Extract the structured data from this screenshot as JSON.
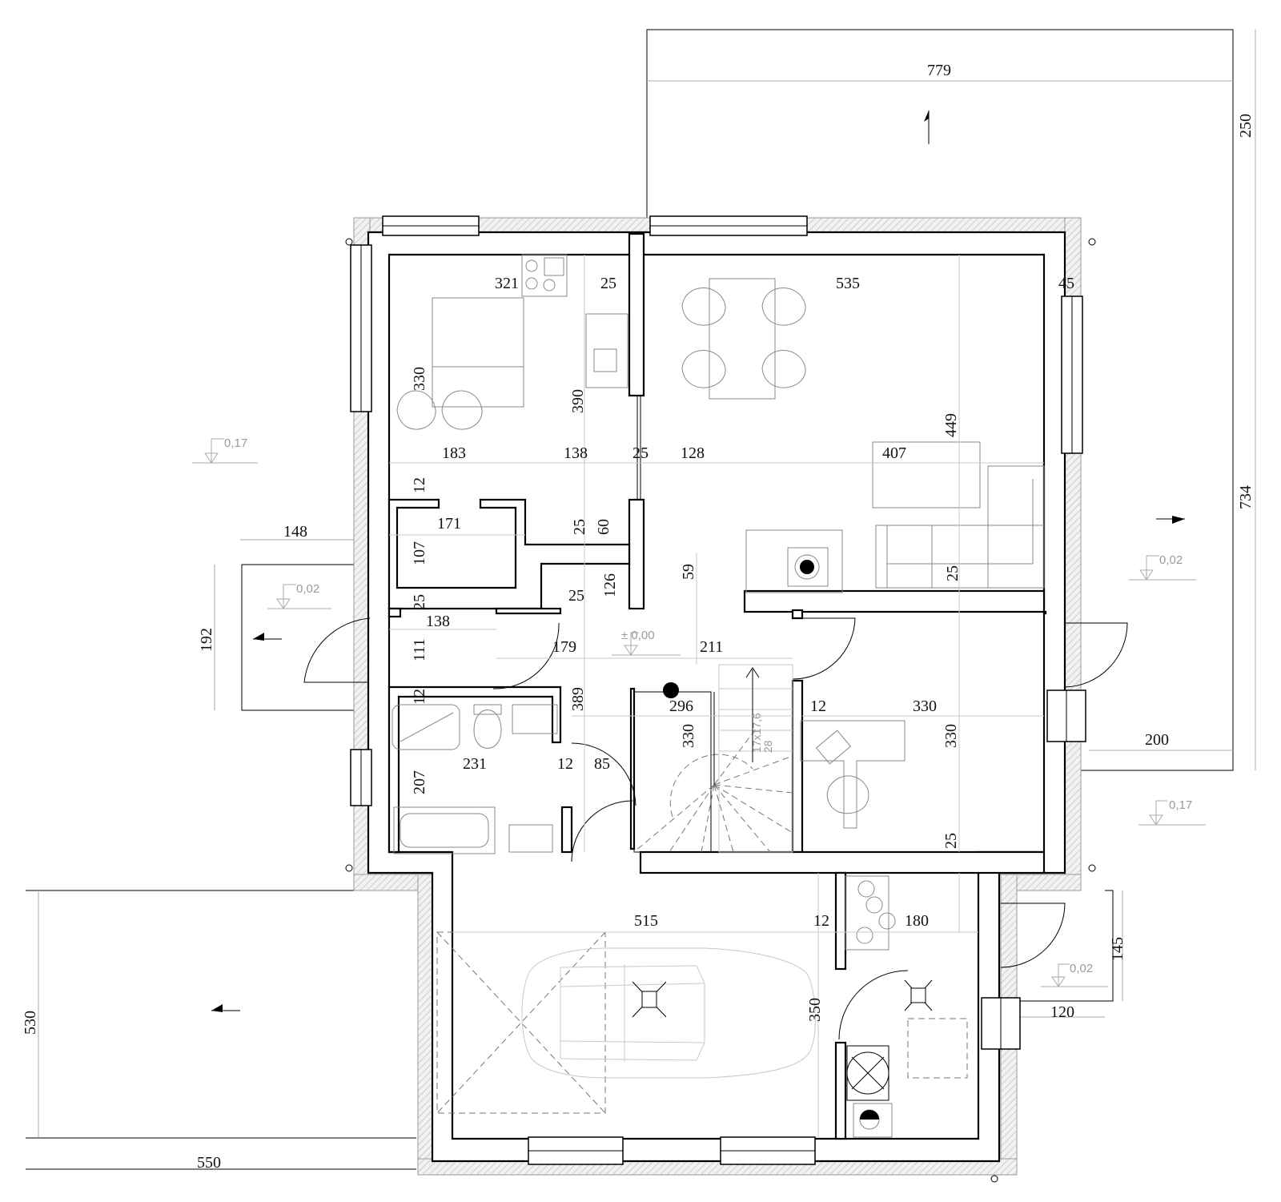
{
  "plan": {
    "dimensions": [
      {
        "id": "d779",
        "text": "779"
      },
      {
        "id": "d250",
        "text": "250"
      },
      {
        "id": "d734",
        "text": "734"
      },
      {
        "id": "d200",
        "text": "200"
      },
      {
        "id": "d145",
        "text": "145"
      },
      {
        "id": "d120",
        "text": "120"
      },
      {
        "id": "d550",
        "text": "550"
      },
      {
        "id": "d530",
        "text": "530"
      },
      {
        "id": "d148",
        "text": "148"
      },
      {
        "id": "d192",
        "text": "192"
      },
      {
        "id": "d321",
        "text": "321"
      },
      {
        "id": "d25a",
        "text": "25"
      },
      {
        "id": "d535",
        "text": "535"
      },
      {
        "id": "d45",
        "text": "45"
      },
      {
        "id": "d330a",
        "text": "330"
      },
      {
        "id": "d390",
        "text": "390"
      },
      {
        "id": "d449",
        "text": "449"
      },
      {
        "id": "d183",
        "text": "183"
      },
      {
        "id": "d138a",
        "text": "138"
      },
      {
        "id": "d25b",
        "text": "25"
      },
      {
        "id": "d128",
        "text": "128"
      },
      {
        "id": "d407",
        "text": "407"
      },
      {
        "id": "d12a",
        "text": "12"
      },
      {
        "id": "d171",
        "text": "171"
      },
      {
        "id": "d25c",
        "text": "25"
      },
      {
        "id": "d60",
        "text": "60"
      },
      {
        "id": "d107",
        "text": "107"
      },
      {
        "id": "d25d",
        "text": "25"
      },
      {
        "id": "d25e",
        "text": "25"
      },
      {
        "id": "d126",
        "text": "126"
      },
      {
        "id": "d59",
        "text": "59"
      },
      {
        "id": "d25f",
        "text": "25"
      },
      {
        "id": "d138b",
        "text": "138"
      },
      {
        "id": "d111",
        "text": "111"
      },
      {
        "id": "d179",
        "text": "179"
      },
      {
        "id": "d211",
        "text": "211"
      },
      {
        "id": "d12b",
        "text": "12"
      },
      {
        "id": "d389",
        "text": "389"
      },
      {
        "id": "d296",
        "text": "296"
      },
      {
        "id": "d330b",
        "text": "330"
      },
      {
        "id": "d12c",
        "text": "12"
      },
      {
        "id": "d330c",
        "text": "330"
      },
      {
        "id": "d330d",
        "text": "330"
      },
      {
        "id": "d231",
        "text": "231"
      },
      {
        "id": "d12d",
        "text": "12"
      },
      {
        "id": "d85",
        "text": "85"
      },
      {
        "id": "d207",
        "text": "207"
      },
      {
        "id": "d25g",
        "text": "25"
      },
      {
        "id": "d515",
        "text": "515"
      },
      {
        "id": "d12e",
        "text": "12"
      },
      {
        "id": "d180",
        "text": "180"
      },
      {
        "id": "d350",
        "text": "350"
      }
    ],
    "levels": [
      {
        "id": "lv1",
        "text": "0,17"
      },
      {
        "id": "lv2",
        "text": "0,02"
      },
      {
        "id": "lv3",
        "text": "± 0,00"
      },
      {
        "id": "lv4",
        "text": "0,02"
      },
      {
        "id": "lv5",
        "text": "0,17"
      },
      {
        "id": "lv6",
        "text": "0,02"
      }
    ],
    "stairs": {
      "label_a": "17x17,6",
      "label_b": "28"
    }
  }
}
